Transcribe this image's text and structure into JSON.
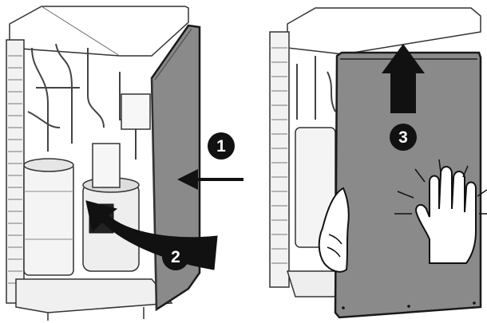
{
  "steps": [
    {
      "label": "1",
      "action": "push-panel-inward"
    },
    {
      "label": "2",
      "action": "swing-panel-closed"
    },
    {
      "label": "3",
      "action": "slide-panel-up"
    }
  ],
  "colors": {
    "panel_fill": "#8a8a8a",
    "panel_edge": "#1a1a1a",
    "unit_line": "#333333",
    "badge_fill": "#111111",
    "badge_text": "#ffffff",
    "glove_fill": "#ffffff"
  },
  "icons": [
    "arrow-left-icon",
    "curved-arrow-icon",
    "arrow-up-icon",
    "hand-icon"
  ]
}
